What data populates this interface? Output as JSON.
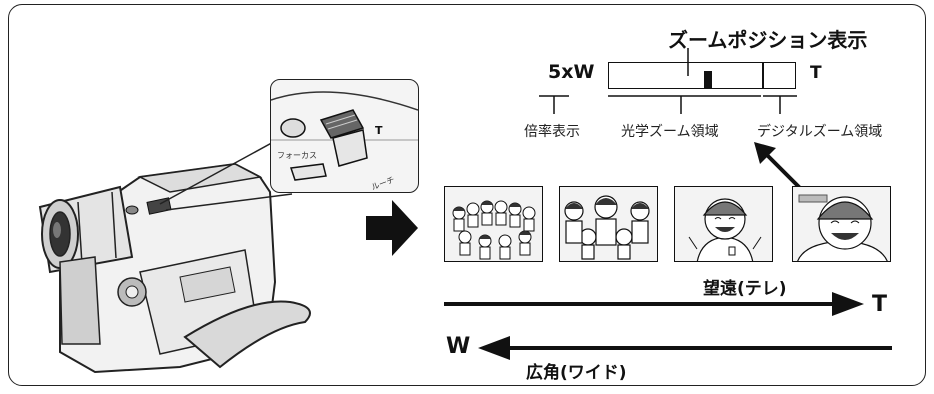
{
  "diagram": {
    "zoom_position_title": "ズームポジション表示",
    "magnification_value": "5xW",
    "bar_end_label": "T",
    "labels": {
      "magnification_display": "倍率表示",
      "optical_zoom_area": "光学ズーム領域",
      "digital_zoom_area": "デジタルズーム領域"
    },
    "camera_callout": {
      "tele_label": "T",
      "focus_label": "フォーカス",
      "lower_label": "ルーチ"
    },
    "thumbnails": [
      {
        "name": "thumb-far-group"
      },
      {
        "name": "thumb-group"
      },
      {
        "name": "thumb-boy-tele"
      },
      {
        "name": "thumb-boy-digital"
      }
    ],
    "tele": {
      "text": "望遠(テレ)",
      "letter": "T"
    },
    "wide": {
      "text": "広角(ワイド)",
      "letter": "W"
    },
    "zoom_indicator_level": 0.53
  }
}
